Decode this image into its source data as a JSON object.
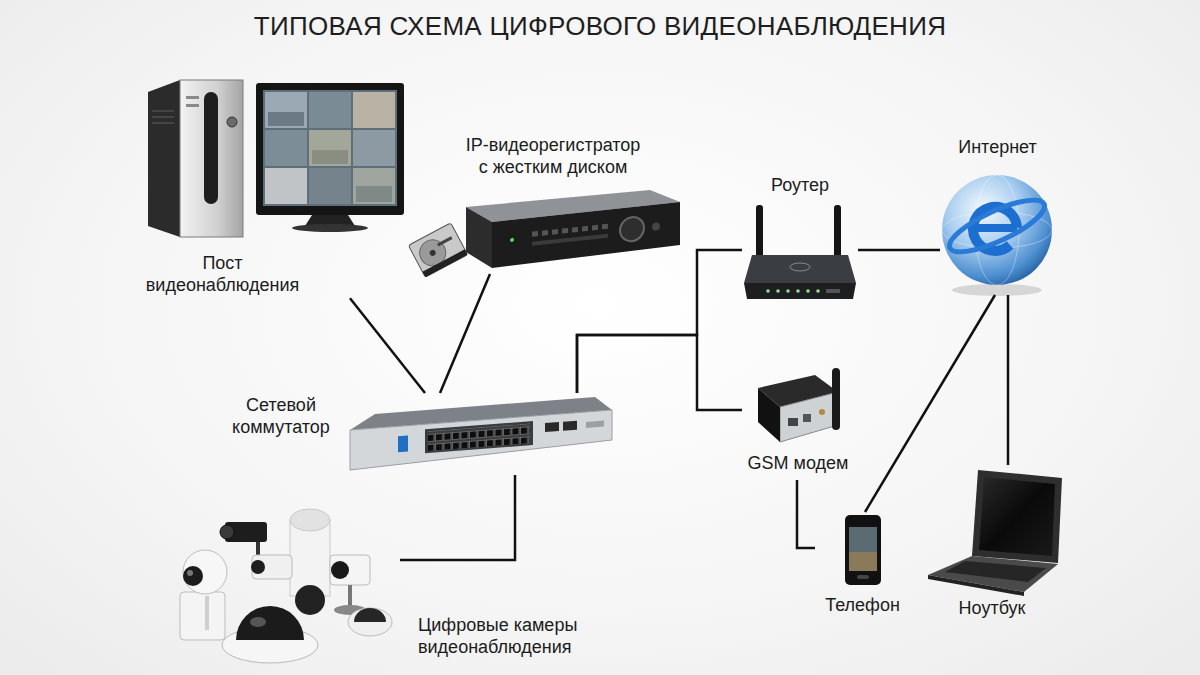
{
  "diagram": {
    "title": "ТИПОВАЯ СХЕМА ЦИФРОВОГО ВИДЕОНАБЛЮДЕНИЯ",
    "nodes": [
      {
        "text": [
          "Пост видеонаблюдения"
        ]
      },
      {
        "text": [
          "IP-видеорегистратор с жестким диском"
        ]
      },
      {
        "text": [
          "Роутер"
        ]
      },
      {
        "text": [
          "Интернет"
        ]
      },
      {
        "text": [
          "Сетевой коммутатор"
        ]
      },
      {
        "text": [
          "GSM модем"
        ]
      },
      {
        "text": [
          "Цифровые камеры видеонаблюдения"
        ]
      },
      {
        "text": [
          "Телефон"
        ]
      },
      {
        "text": [
          "Ноутбук"
        ]
      }
    ],
    "edges": [
      {
        "from": 0,
        "to": 4,
        "arrow": "none"
      },
      {
        "from": 1,
        "to": 4,
        "arrow": "none"
      },
      {
        "from": 4,
        "to": 6,
        "arrow": "none"
      },
      {
        "from": 4,
        "to": 2,
        "arrow": "none"
      },
      {
        "from": 4,
        "to": 5,
        "arrow": "none"
      },
      {
        "from": 2,
        "to": 3,
        "arrow": "none"
      },
      {
        "from": 5,
        "to": 7,
        "arrow": "none"
      },
      {
        "from": 3,
        "to": 7,
        "arrow": "none"
      },
      {
        "from": 3,
        "to": 8,
        "arrow": "none"
      }
    ]
  }
}
